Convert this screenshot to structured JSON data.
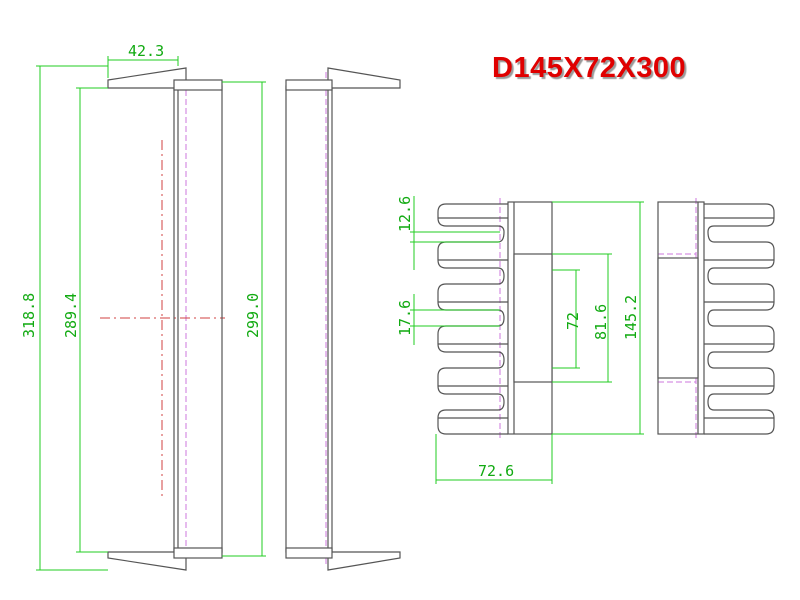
{
  "title": "D145X72X300",
  "dimensions": {
    "top_width": "42.3",
    "overall_height": "318.8",
    "inner_height": "289.4",
    "right_height": "299.0",
    "slot_top": "12.6",
    "slot_mid": "17.6",
    "core_center": "72",
    "window_height": "81.6",
    "total_height": "145.2",
    "base_width": "72.6"
  },
  "colors": {
    "outline": "#555555",
    "dimension": "#22cc22",
    "centerline_red": "#d04040",
    "centerline_pink": "#cc77dd",
    "title": "#e00000"
  }
}
